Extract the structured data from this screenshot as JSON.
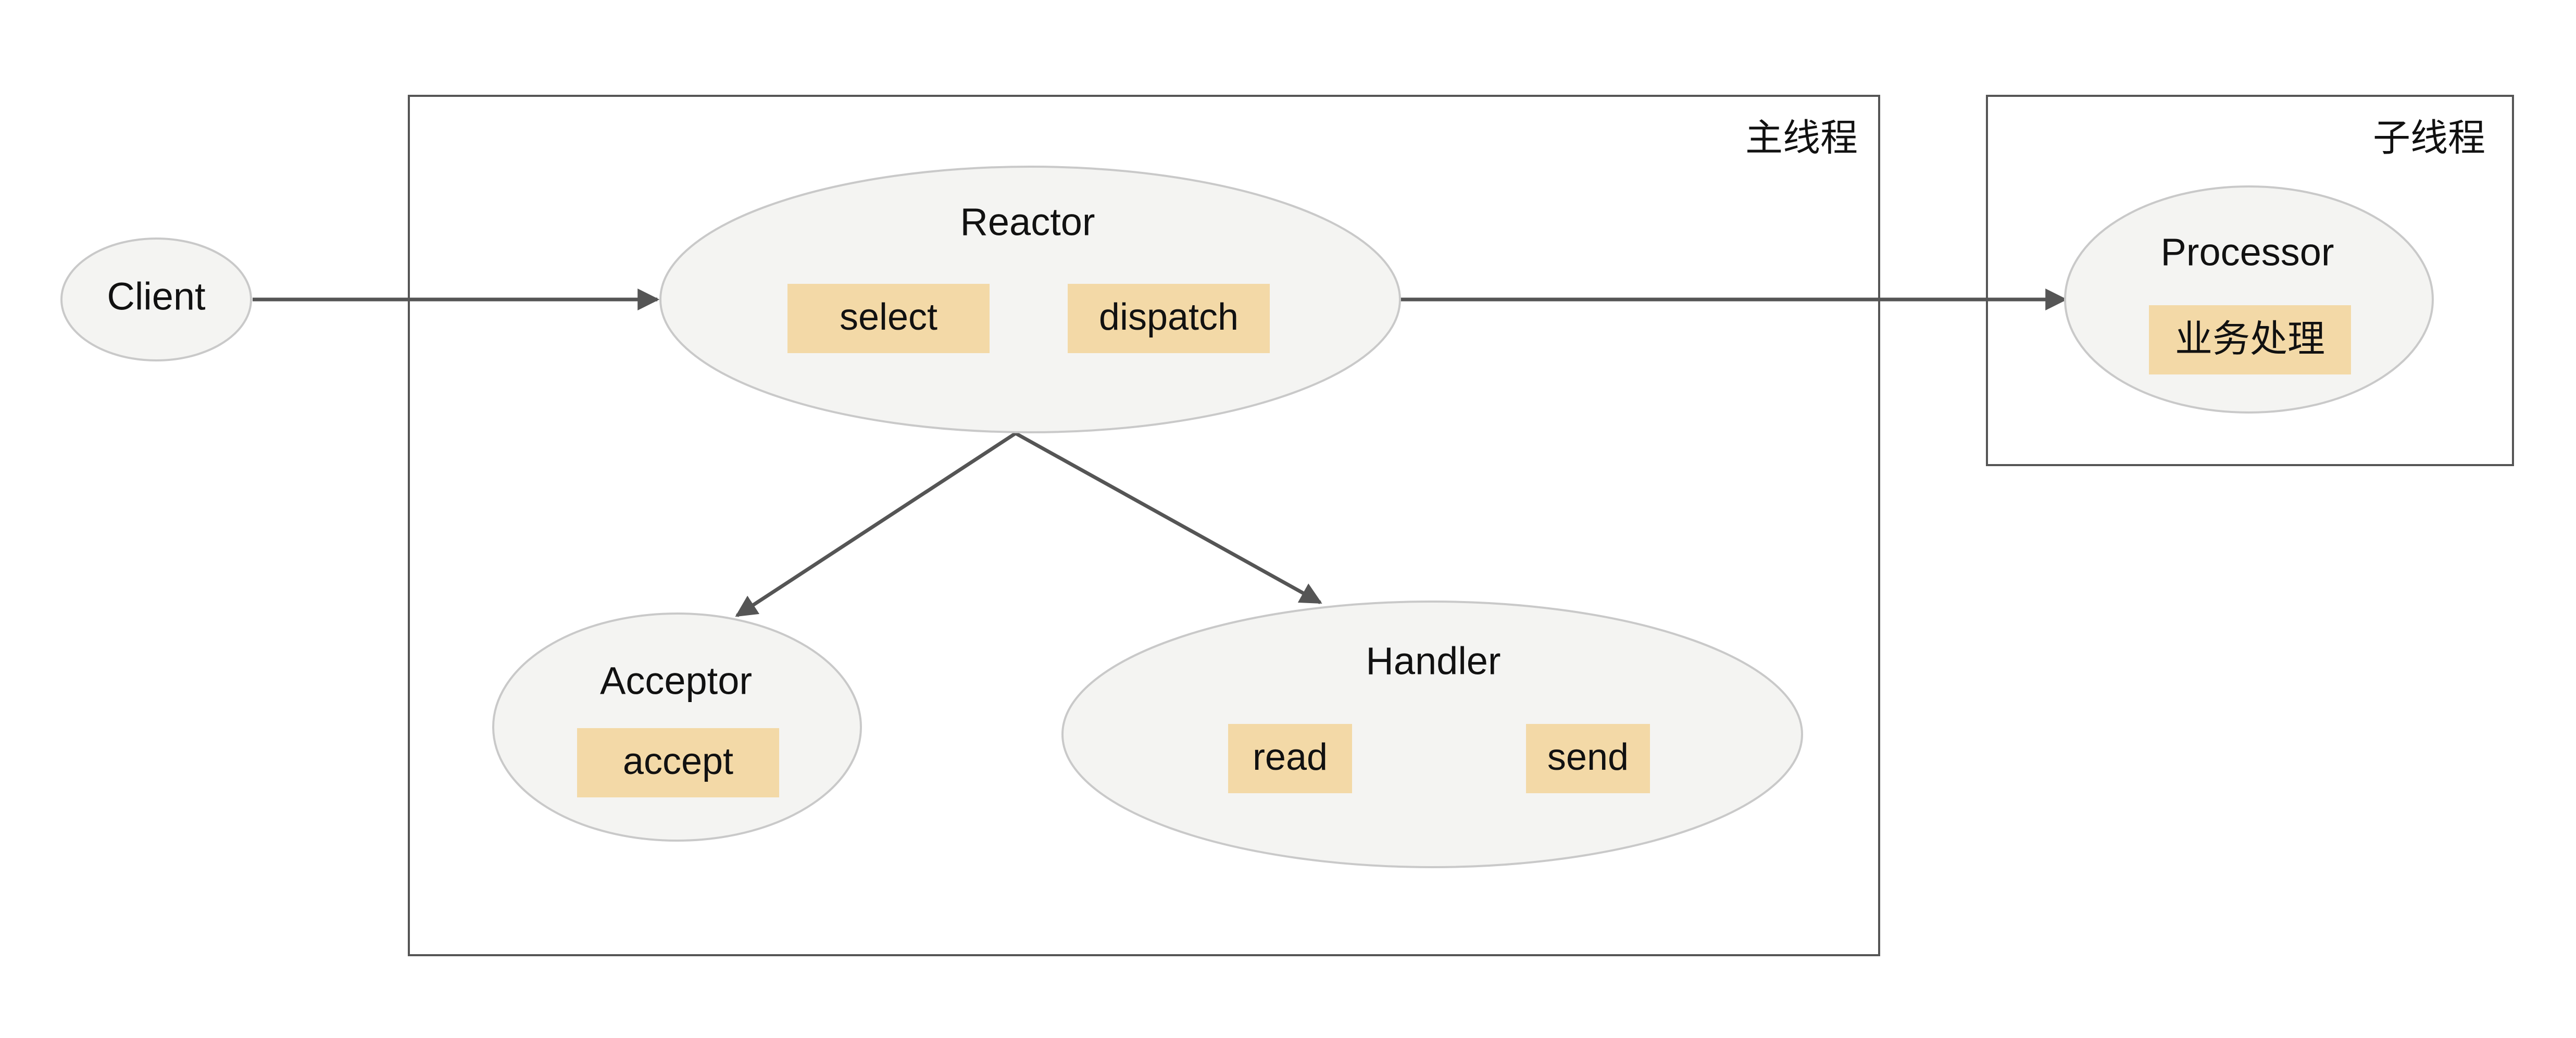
{
  "containers": {
    "main_thread": {
      "label": "主线程"
    },
    "sub_thread": {
      "label": "子线程"
    }
  },
  "nodes": {
    "client": {
      "title": "Client"
    },
    "reactor": {
      "title": "Reactor",
      "chips": [
        "select",
        "dispatch"
      ]
    },
    "acceptor": {
      "title": "Acceptor",
      "chips": [
        "accept"
      ]
    },
    "handler": {
      "title": "Handler",
      "chips": [
        "read",
        "send"
      ]
    },
    "processor": {
      "title": "Processor",
      "chips": [
        "业务处理"
      ]
    }
  },
  "colors": {
    "node_fill": "#f4f4f2",
    "node_stroke": "#c9c9c9",
    "chip_fill": "#f3d9a7",
    "edge": "#555555",
    "box_stroke": "#555555"
  }
}
